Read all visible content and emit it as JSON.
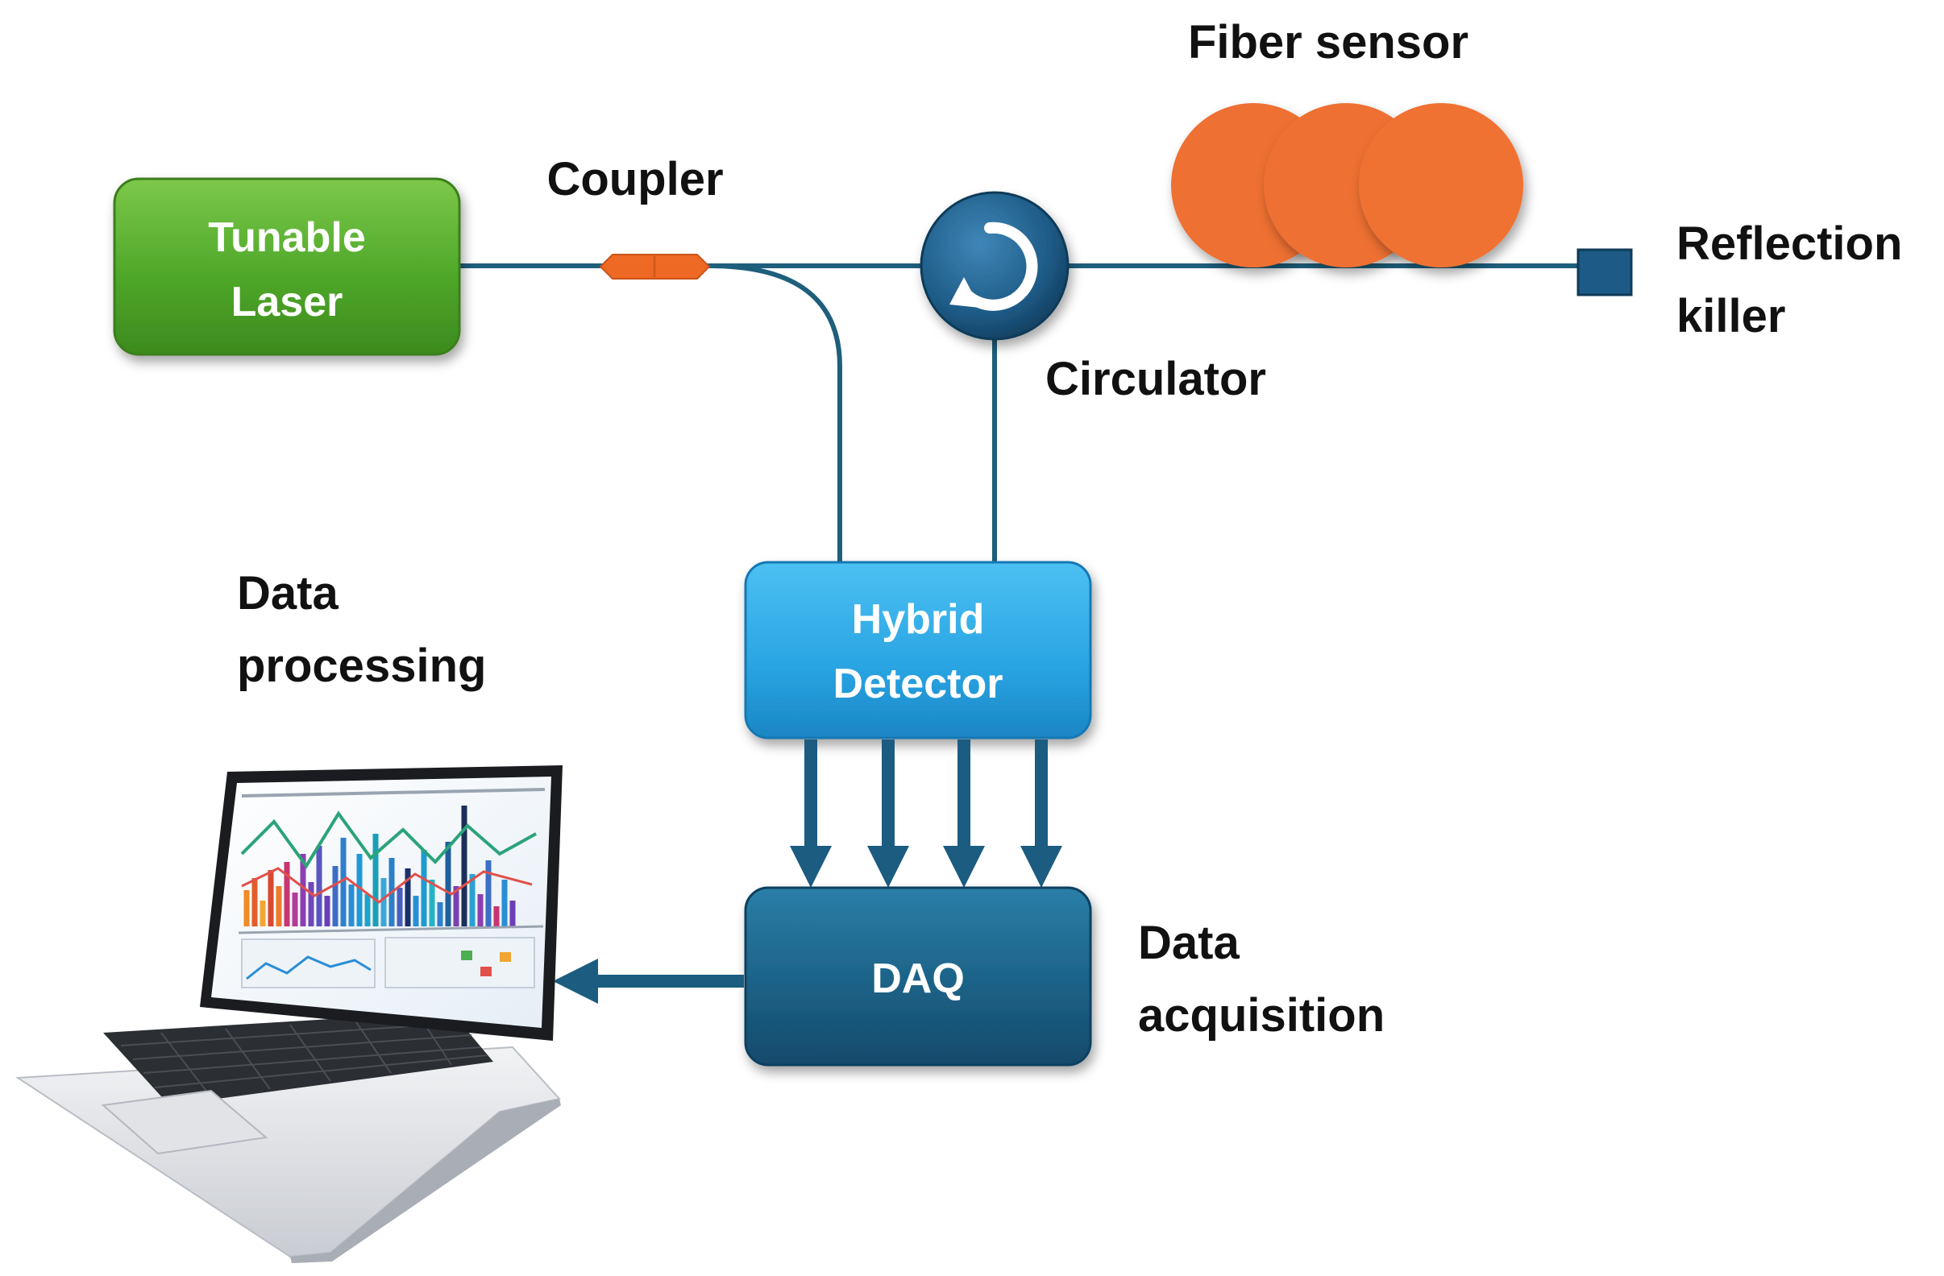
{
  "labels": {
    "fiber_sensor": "Fiber sensor",
    "coupler": "Coupler",
    "reflection_killer_line1": "Reflection",
    "reflection_killer_line2": "killer",
    "circulator": "Circulator",
    "data_processing_line1": "Data",
    "data_processing_line2": "processing",
    "data_acquisition_line1": "Data",
    "data_acquisition_line2": "acquisition"
  },
  "boxes": {
    "laser_line1": "Tunable",
    "laser_line2": "Laser",
    "detector_line1": "Hybrid",
    "detector_line2": "Detector",
    "daq": "DAQ"
  },
  "colors": {
    "fiber": "#1e5f7c",
    "laser": "#4fa829",
    "coupler": "#ee6a24",
    "fiber_sensor": "#ee7030",
    "circulator": "#1d5a85",
    "detector": "#29a4e3",
    "daq": "#17587c",
    "arrow": "#1b5c80"
  },
  "icons": [
    "circulator-arrow-icon",
    "laptop-icon"
  ]
}
